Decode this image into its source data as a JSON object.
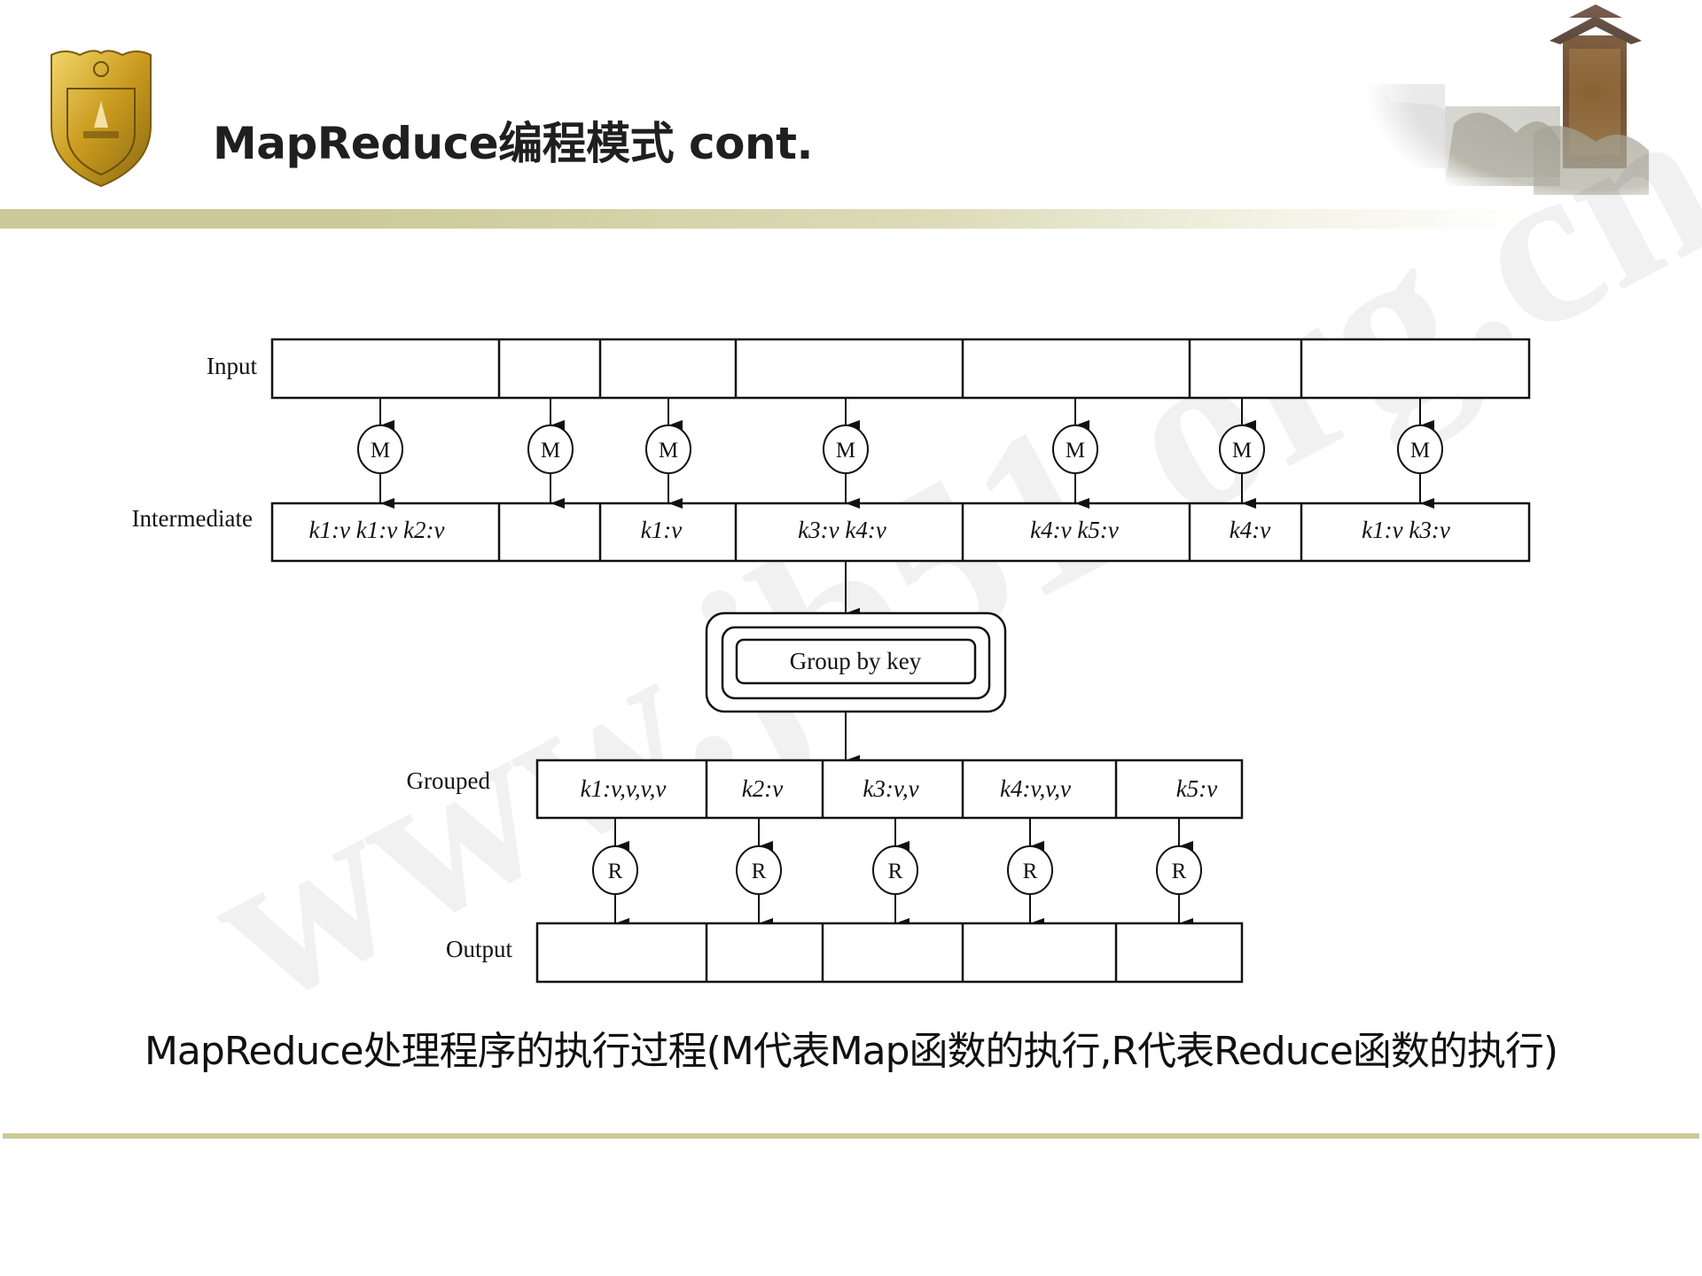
{
  "slide": {
    "title": "MapReduce编程模式 cont.",
    "caption": "MapReduce处理程序的执行过程(M代表Map函数的执行,R代表Reduce函数的执行)",
    "accent_color": "#ccca98",
    "watermark_text": "www.jb51.org.cn"
  },
  "diagram": {
    "labels": {
      "input": "Input",
      "intermediate": "Intermediate",
      "grouped": "Grouped",
      "output": "Output"
    },
    "input_cells": [
      "",
      "",
      "",
      "",
      "",
      "",
      ""
    ],
    "map_nodes": [
      "M",
      "M",
      "M",
      "M",
      "M",
      "M",
      "M"
    ],
    "intermediate_cells": [
      "k1:v k1:v k2:v",
      "",
      "k1:v",
      "k3:v k4:v",
      "k4:v k5:v",
      "k4:v",
      "k1:v k3:v"
    ],
    "group_step": "Group by key",
    "grouped_cells": [
      "k1:v,v,v,v",
      "k2:v",
      "k3:v,v",
      "k4:v,v,v",
      "k5:v"
    ],
    "reduce_nodes": [
      "R",
      "R",
      "R",
      "R",
      "R"
    ],
    "output_cells": [
      "",
      "",
      "",
      "",
      ""
    ]
  }
}
